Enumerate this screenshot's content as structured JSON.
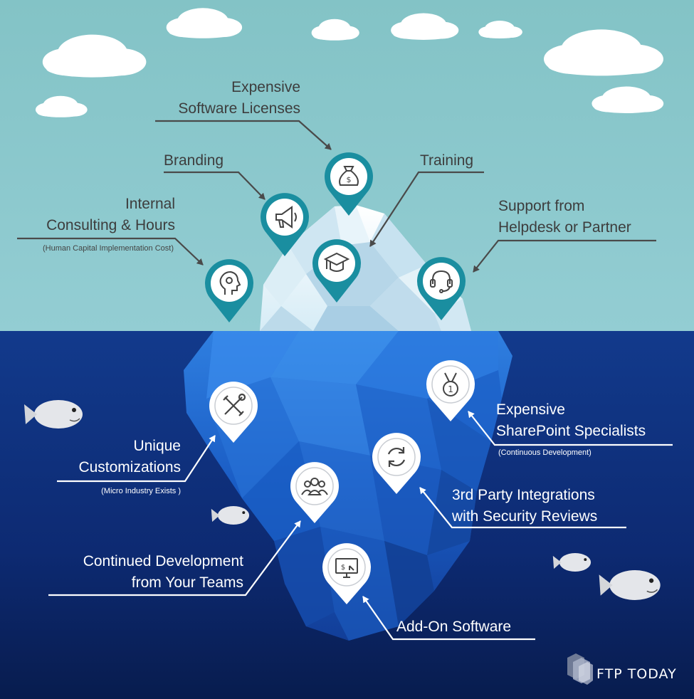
{
  "labels": {
    "software_licenses": [
      "Expensive",
      "Software Licenses"
    ],
    "branding": [
      "Branding"
    ],
    "training": [
      "Training"
    ],
    "internal_consulting": [
      "Internal",
      "Consulting & Hours"
    ],
    "internal_consulting_note": "(Human Capital Implementation Cost)",
    "support": [
      "Support from",
      "Helpdesk or Partner"
    ],
    "sharepoint": [
      "Expensive",
      "SharePoint Specialists"
    ],
    "sharepoint_note": "(Continuous Development)",
    "customizations": [
      "Unique",
      "Customizations"
    ],
    "customizations_note": "(Micro Industry Exists )",
    "integrations": [
      "3rd Party Integrations",
      "with Security Reviews"
    ],
    "continued_dev": [
      "Continued Development",
      "from Your Teams"
    ],
    "addon": [
      "Add-On Software"
    ]
  },
  "brand": {
    "name": "FTP TODAY"
  },
  "icons": {
    "software_licenses": "money-bag-icon",
    "branding": "megaphone-icon",
    "training": "graduation-cap-icon",
    "internal_consulting": "head-gear-icon",
    "support": "headset-icon",
    "sharepoint": "medal-icon",
    "customizations": "tools-icon",
    "integrations": "refresh-icon",
    "continued_dev": "team-icon",
    "addon": "monitor-dollar-icon"
  },
  "colors": {
    "sky": "#8cc6cc",
    "ocean": "#0e2d78",
    "pin_teal": "#1a8ea0",
    "pin_white": "#ffffff",
    "label_dark": "#3d3d3d",
    "label_light": "#ffffff"
  }
}
